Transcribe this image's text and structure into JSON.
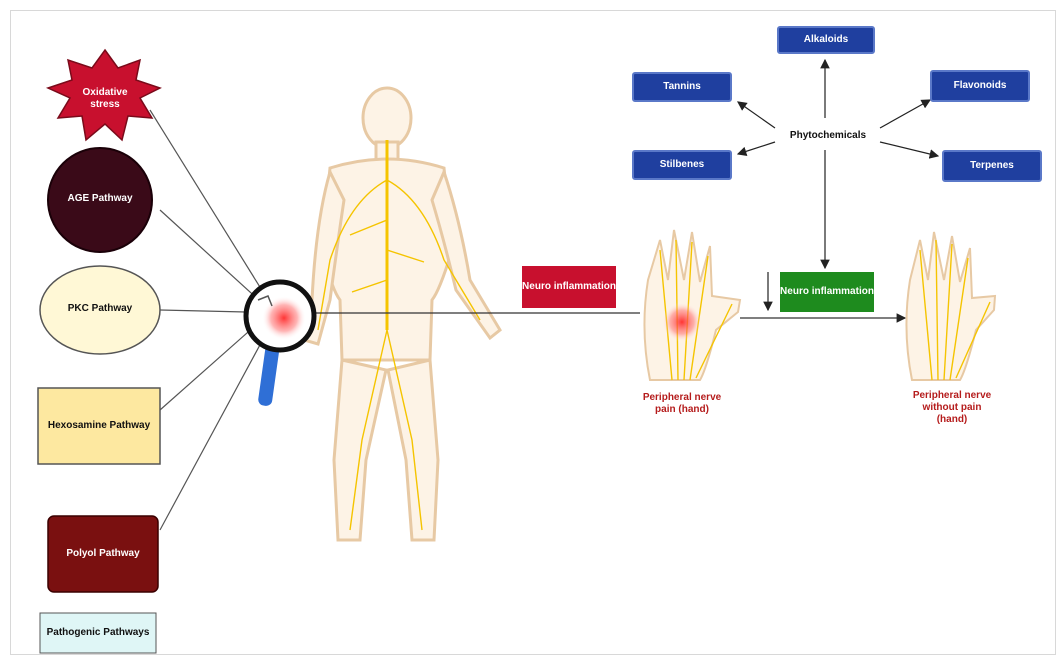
{
  "pathways": {
    "oxidative": "Oxidative stress",
    "age": "AGE Pathway",
    "pkc": "PKC Pathway",
    "hexosamine": "Hexosamine Pathway",
    "polyol": "Polyol Pathway",
    "legend": "Pathogenic Pathways"
  },
  "phytochemicals": {
    "center": "Phytochemicals",
    "alkaloids": "Alkaloids",
    "tannins": "Tannins",
    "flavonoids": "Flavonoids",
    "stilbenes": "Stilbenes",
    "terpenes": "Terpenes"
  },
  "inflammation": {
    "up": "Neuro inflammation",
    "down": "Neuro inflammation"
  },
  "captions": {
    "pain": "Peripheral nerve pain (hand)",
    "no_pain": "Peripheral nerve without pain (hand)"
  },
  "colors": {
    "box_blue": "#1f3f9f",
    "inflammation_red": "#c8102e",
    "inflammation_green": "#1e8b1e",
    "nerve_yellow": "#f5c400"
  }
}
